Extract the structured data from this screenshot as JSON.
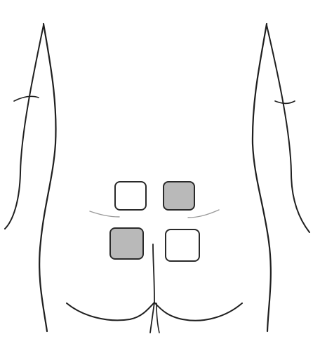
{
  "illustration": {
    "subject": "lower-back-torso",
    "colors": {
      "background": "#ffffff",
      "outline": "#1f1f1f",
      "pad_outline": "#2a2a2a",
      "active_pad_fill": "#b9b9b9",
      "inactive_pad_fill": "#ffffff",
      "soft_line": "#9a9a9a"
    }
  },
  "electrodes": [
    {
      "id": "upper-left",
      "state": "inactive"
    },
    {
      "id": "upper-right",
      "state": "active"
    },
    {
      "id": "lower-left",
      "state": "active"
    },
    {
      "id": "lower-right",
      "state": "inactive"
    }
  ]
}
